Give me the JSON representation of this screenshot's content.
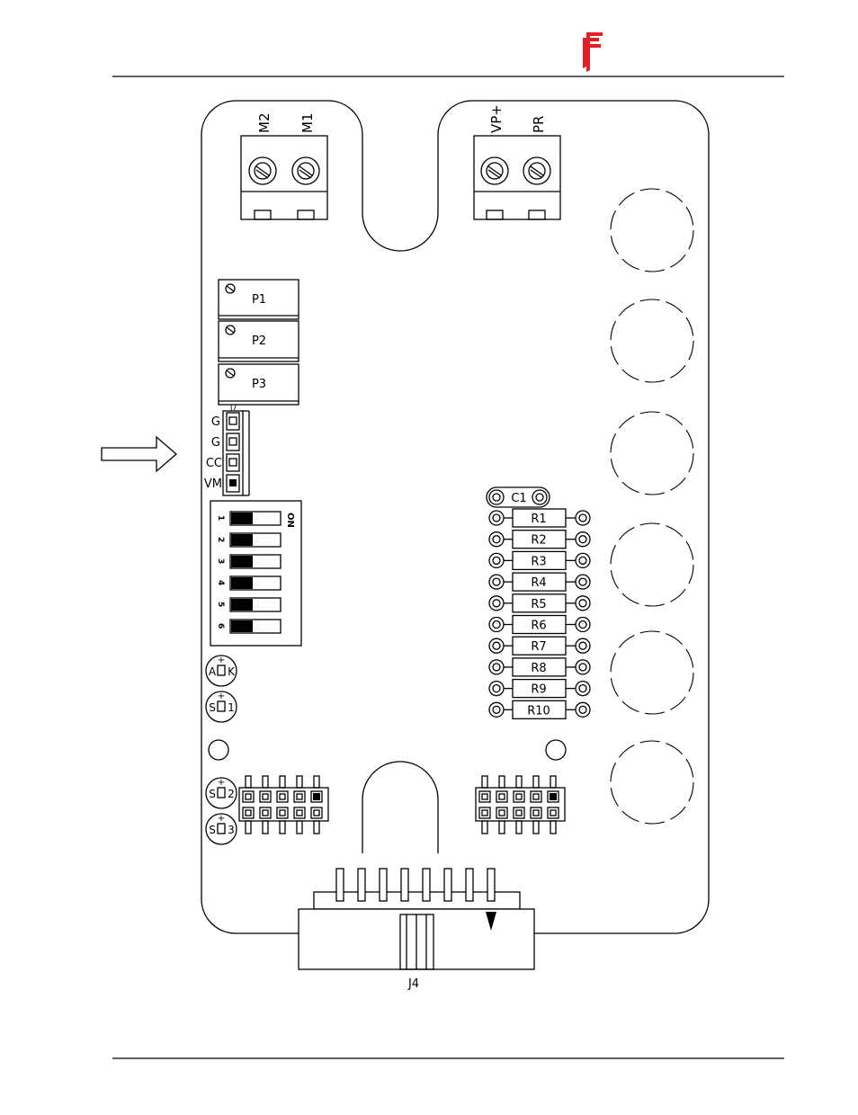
{
  "colors": {
    "logo": "#e31e24",
    "ink": "#000000",
    "paper": "#ffffff"
  },
  "header": {
    "logo_icon": "company-logo-icon"
  },
  "board": {
    "terminals_left": [
      "M2",
      "M1"
    ],
    "terminals_right": [
      "VP+",
      "PR"
    ],
    "pots": [
      "P1",
      "P2",
      "P3"
    ],
    "jumper": {
      "title": "J7",
      "pins": [
        "G",
        "G",
        "CC",
        "VM"
      ]
    },
    "dip": {
      "on_label": "ON",
      "switches": [
        "1",
        "2",
        "3",
        "4",
        "5",
        "6"
      ]
    },
    "leds_top": [
      {
        "a": "A",
        "b": "K"
      },
      {
        "a": "S",
        "b": "1"
      }
    ],
    "leds_bottom": [
      {
        "a": "S",
        "b": "2"
      },
      {
        "a": "S",
        "b": "3"
      }
    ],
    "led_plus": "+",
    "capacitor": "C1",
    "resistors": [
      "R1",
      "R2",
      "R3",
      "R4",
      "R5",
      "R6",
      "R7",
      "R8",
      "R9",
      "R10"
    ],
    "connector": "J4"
  },
  "pointer_icon": "right-arrow-icon"
}
